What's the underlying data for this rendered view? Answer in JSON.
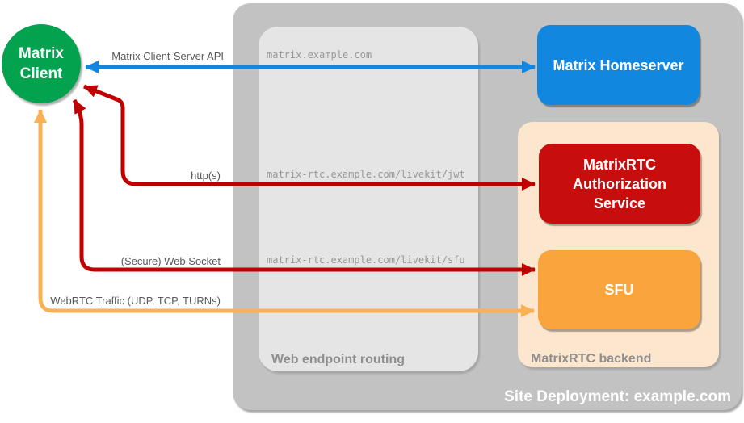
{
  "diagram": {
    "client": {
      "label_line1": "Matrix",
      "label_line2": "Client",
      "color": "#02a24f"
    },
    "nodes": {
      "homeserver": {
        "label": "Matrix Homeserver",
        "color": "#1287e0"
      },
      "auth": {
        "label": "MatrixRTC Authorization Service",
        "color": "#c80d0d"
      },
      "sfu": {
        "label": "SFU",
        "color": "#f9a43c"
      }
    },
    "containers": {
      "site": {
        "label": "Site Deployment: example.com",
        "bg": "#c2c2c2"
      },
      "web_routing": {
        "label": "Web endpoint routing",
        "bg": "#e5e5e5"
      },
      "rtc_backend": {
        "label": "MatrixRTC backend",
        "bg": "#fce6cd"
      }
    },
    "flows": {
      "api": {
        "label": "Matrix Client-Server API",
        "endpoint": "matrix.example.com",
        "color": "#1287e0"
      },
      "jwt": {
        "label": "http(s)",
        "endpoint": "matrix-rtc.example.com/livekit/jwt",
        "color": "#c00000"
      },
      "sfu_ws": {
        "label": "(Secure) Web Socket",
        "endpoint": "matrix-rtc.example.com/livekit/sfu",
        "color": "#c00000"
      },
      "webrtc": {
        "label": "WebRTC Traffic (UDP, TCP, TURNs)",
        "color": "#fbb054"
      }
    }
  }
}
